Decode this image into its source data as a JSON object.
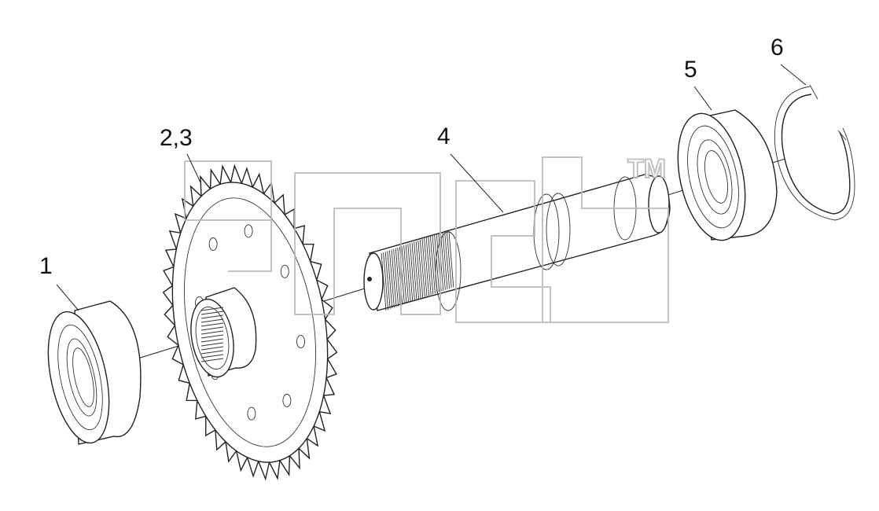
{
  "watermark": {
    "tm": "TM"
  },
  "callouts": [
    {
      "id": "1",
      "label": "1"
    },
    {
      "id": "2-3",
      "label": "2,3"
    },
    {
      "id": "4",
      "label": "4"
    },
    {
      "id": "5",
      "label": "5"
    },
    {
      "id": "6",
      "label": "6"
    }
  ],
  "colors": {
    "stroke": "#222222",
    "watermark": "#b8b8b8",
    "background": "#ffffff"
  }
}
